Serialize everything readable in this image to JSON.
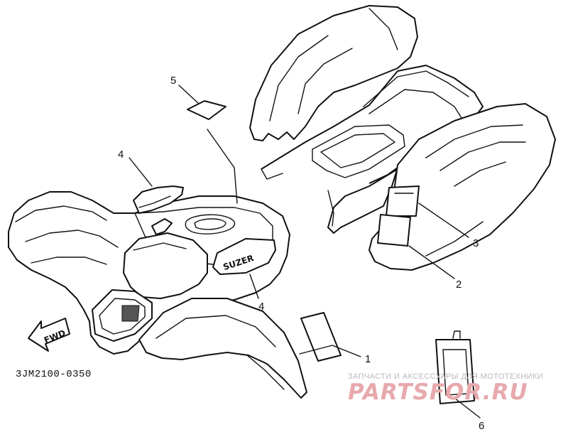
{
  "diagram_code": "3JM2100-0350",
  "fwd_label": "FWD",
  "tank_logo_text": "SUZER",
  "callouts": {
    "c1": "1",
    "c2": "2",
    "c3": "3",
    "c4_left": "4",
    "c4_bottom": "4",
    "c5": "5",
    "c6": "6"
  },
  "watermark": {
    "tagline": "ЗАПЧАСТИ И АКСЕССУАРЫ ДЛЯ МОТОТЕХНИКИ",
    "brand": "PARTSFOR.RU"
  },
  "colors": {
    "ink": "#111111",
    "watermark_brand": "#e7a9ad",
    "watermark_tagline": "#b9b9b9"
  }
}
